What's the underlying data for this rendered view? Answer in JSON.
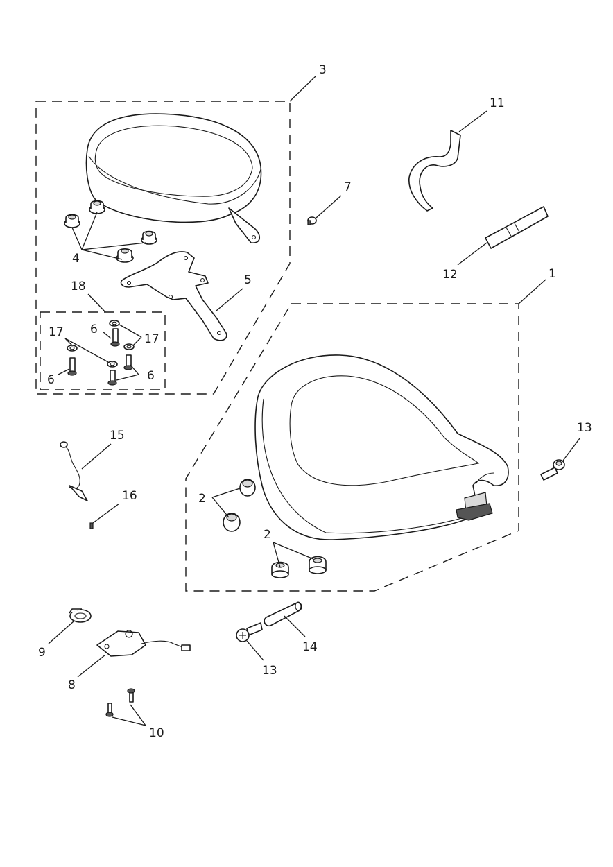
{
  "diagram": {
    "callouts": {
      "c1": "1",
      "c2a": "2",
      "c2b": "2",
      "c3": "3",
      "c4": "4",
      "c5": "5",
      "c6a": "6",
      "c6b": "6",
      "c6c": "6",
      "c7": "7",
      "c8": "8",
      "c9": "9",
      "c10": "10",
      "c11": "11",
      "c12": "12",
      "c13a": "13",
      "c13b": "13",
      "c14": "14",
      "c15": "15",
      "c16": "16",
      "c17a": "17",
      "c17b": "17",
      "c18": "18"
    }
  }
}
